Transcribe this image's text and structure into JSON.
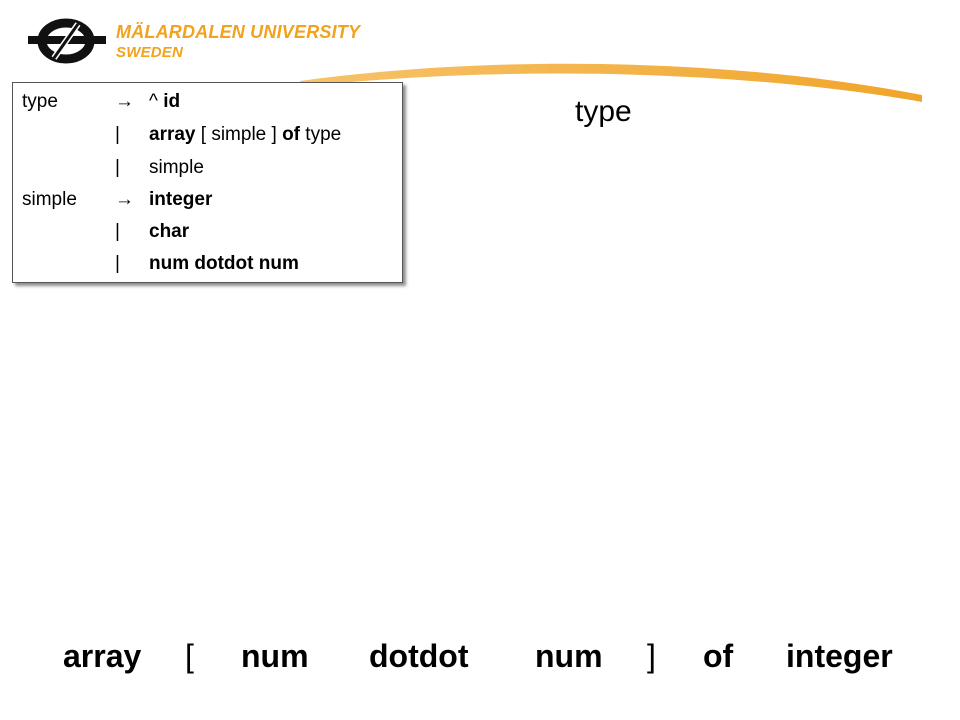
{
  "logo": {
    "line1": "MÄLARDALEN UNIVERSITY",
    "line2": "SWEDEN",
    "mark_icon": "university-logo-mark",
    "accent_color": "#f2a21c"
  },
  "grammar": {
    "arrow": "→",
    "bar": "|",
    "rows": [
      {
        "lhs": "type",
        "sym": "→",
        "parts": [
          {
            "t": "^ ",
            "b": false
          },
          {
            "t": "id",
            "b": true
          }
        ]
      },
      {
        "lhs": "",
        "sym": "|",
        "parts": [
          {
            "t": "array",
            "b": true
          },
          {
            "t": " [ simple ] ",
            "b": false
          },
          {
            "t": "of",
            "b": true
          },
          {
            "t": " type",
            "b": false
          }
        ]
      },
      {
        "lhs": "",
        "sym": "|",
        "parts": [
          {
            "t": "simple",
            "b": false
          }
        ]
      },
      {
        "lhs": "simple",
        "sym": "→",
        "parts": [
          {
            "t": "integer",
            "b": true
          }
        ]
      },
      {
        "lhs": "",
        "sym": "|",
        "parts": [
          {
            "t": "char",
            "b": true
          }
        ]
      },
      {
        "lhs": "",
        "sym": "|",
        "parts": [
          {
            "t": "num dotdot num",
            "b": true
          }
        ]
      }
    ]
  },
  "parse_root": "type",
  "tokens": [
    {
      "text": "array",
      "bold": true
    },
    {
      "text": "[",
      "bold": false
    },
    {
      "text": "num",
      "bold": true
    },
    {
      "text": "dotdot",
      "bold": true
    },
    {
      "text": "num",
      "bold": true
    },
    {
      "text": "]",
      "bold": false
    },
    {
      "text": "of",
      "bold": true
    },
    {
      "text": "integer",
      "bold": true
    }
  ]
}
